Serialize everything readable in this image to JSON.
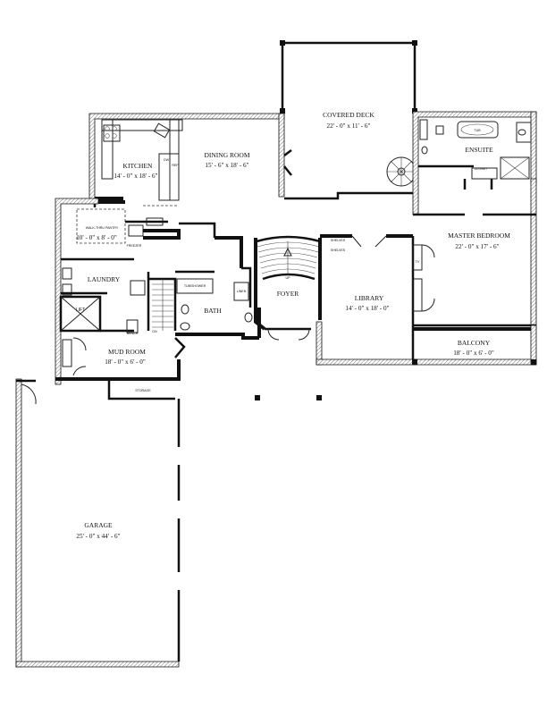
{
  "rooms": {
    "covered_deck": {
      "name": "COVERED DECK",
      "dim": "22' - 0\" x 11' - 6\""
    },
    "ensuite": {
      "name": "ENSUITE"
    },
    "dining_room": {
      "name": "DINING ROOM",
      "dim": "15' - 6\" x 18' - 6\""
    },
    "kitchen": {
      "name": "KITCHEN",
      "dim": "14' - 0\" x 18' - 6\""
    },
    "pantry": {
      "name": "10' - 0\" x 8' - 0\""
    },
    "master_bedroom": {
      "name": "MASTER BEDROOM",
      "dim": "22' - 0\" x 17' - 6\""
    },
    "laundry": {
      "name": "LAUNDRY"
    },
    "foyer": {
      "name": "FOYER"
    },
    "library": {
      "name": "LIBRARY",
      "dim": "14' - 0\" x 18' - 0\""
    },
    "bath": {
      "name": "BATH"
    },
    "lift": {
      "name": "LIFT"
    },
    "mud_room": {
      "name": "MUD ROOM",
      "dim": "18' - 0\" x 6' - 0\""
    },
    "balcony": {
      "name": "BALCONY",
      "dim": "18' - 0\" x 6' - 0\""
    },
    "garage": {
      "name": "GARAGE",
      "dim": "25' - 0\" x 44' - 6\""
    }
  },
  "fixtures": {
    "walk_in_pantry": "WALK-THRU PANTRY",
    "freezer": "FREEZER",
    "dn": "DN",
    "up": "UP",
    "storage": "STORAGE",
    "closet": "CLOSET",
    "tub_shower": "TUB/SHOWER",
    "linen": "LINEN",
    "shelves": "SHELVES",
    "bench": "BENCH",
    "tub": "TUB",
    "dw": "DW",
    "ref": "REF",
    "tv": "TV"
  }
}
